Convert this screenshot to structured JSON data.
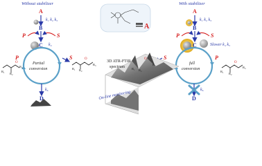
{
  "left_panel": {
    "heading": "Without stabilizer",
    "nodes": {
      "A": "A",
      "B": "B",
      "C": "C",
      "D": "D",
      "P": "P",
      "S": "S"
    },
    "rates_top": "k₁ k₂ k₃",
    "rate_mid": "k₄",
    "rate_bottom": "k₆",
    "cycle_label_1": "Partial",
    "cycle_label_2": "conversion",
    "ligand_labels": {
      "R1": "R₁",
      "R2": "R₂",
      "R3": "R₃",
      "O": "O"
    }
  },
  "right_panel": {
    "heading": "With stabilizer",
    "nodes": {
      "A": "A",
      "B": "B",
      "C": "C",
      "D": "D",
      "P": "P",
      "S": "S"
    },
    "rates_top": "k₁ k₂ k₃",
    "rate_mid": "Slower k₄ k₅",
    "rate_bottom": "k₆",
    "cycle_label_1": "full",
    "cycle_label_2": "conversion",
    "ligand_labels": {
      "R1": "R₁",
      "R2": "R₂",
      "R3": "R₃",
      "O": "O"
    }
  },
  "center": {
    "inset_label": "A",
    "ftir_title_1": "3D ATR-FTIR",
    "ftir_title_2": "spectrum",
    "ftir_caption": "On-line monitoring"
  },
  "colors": {
    "red": "#d62020",
    "blue": "#2a3aa8",
    "teal": "#5aa0c8",
    "gray_sphere": "#9a9a9a",
    "gold": "#e8c020"
  }
}
